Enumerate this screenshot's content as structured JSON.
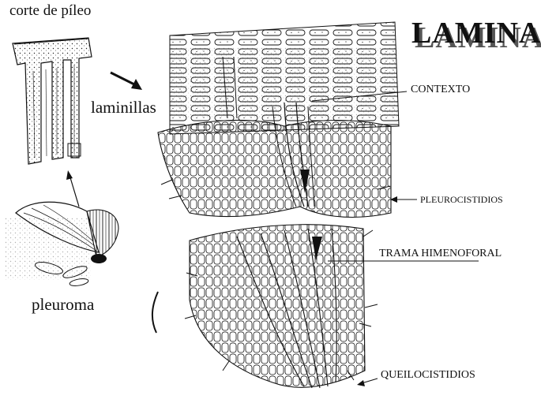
{
  "title": "LAMINA",
  "labels": {
    "corte_pileo": "corte de píleo",
    "laminillas": "laminillas",
    "pleuroma": "pleuroma",
    "contexto": "CONTEXTO",
    "pleurocistidios": "PLEUROCISTIDIOS",
    "trama": "TRAMA HIMENOFORAL",
    "queilocistidios": "QUEILOCISTIDIOS"
  },
  "colors": {
    "ink": "#111111",
    "background": "#ffffff"
  }
}
